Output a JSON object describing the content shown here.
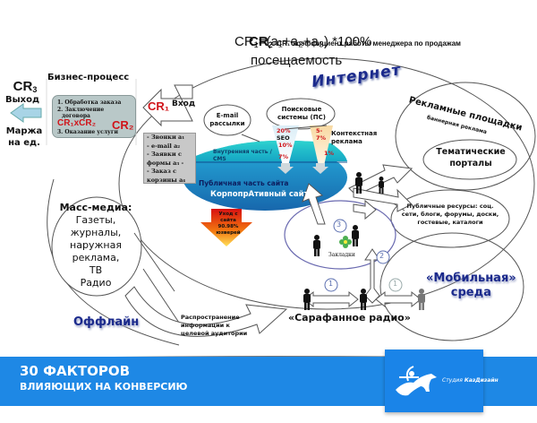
{
  "formulas": {
    "cr1_lhs": "CR",
    "cr1_sub": "1",
    "cr1_numerator": "=(a₁+a₂+a₃) *100%",
    "cr1_denominator": "посещаемость",
    "cr2_lhs": "CR",
    "cr2_sub": "2",
    "cr2_rhs": "=CR₁*коэффициент работы менеджера по продажам"
  },
  "left_panel": {
    "cr3_label": "CR",
    "cr3_sub": "3",
    "exit_label": "Выход",
    "margin_label": "Маржа на ед.",
    "business_process_title": "Бизнес-процесс",
    "steps": [
      "1. Обработка заказа",
      "2. Заключение",
      "договора",
      "3. Оказание   услуги"
    ],
    "cr1xcr2": "CR₁xCR₂",
    "cr2_label": "CR₂"
  },
  "entry": {
    "cr1_label": "CR₁",
    "entry_label": "Вход"
  },
  "channels_box": {
    "items": [
      "- Звонки a₁",
      "- e-mail a₂",
      "- Заявки с",
      "формы a₃ -",
      "- Заказ с",
      "корзины a₄"
    ]
  },
  "internet": {
    "title": "Интернет",
    "email": "E-mail рассылки",
    "search": "Поисковые системы (ПС)",
    "seo_label": "SEO",
    "seo_pct_top": "20%",
    "seo_pct_mid": "10%",
    "seo_pct_bottom": "7%",
    "context_label": "Контекстная реклама",
    "context_pct_top": "5-7%",
    "context_pct_bottom": "1%",
    "ad_platforms": "Рекламные площадки",
    "banner_ads": "баннерная реклама",
    "thematic_portals": "Тематические порталы",
    "public_resources": "Публичные ресурсы: соц. сети, блоги, форумы, доски, гостевые, каталоги"
  },
  "site": {
    "internal": "Внутренняя часть / CMS",
    "public": "Публичная часть сайта",
    "name": "КорпопрАтивный сайт",
    "leave": "Уход с сайта 90.98% юзверей"
  },
  "bookmarks": {
    "label": "Закладки",
    "step3": "3",
    "step2": "2",
    "step1a": "1",
    "step1b": "1"
  },
  "offline": {
    "title": "Оффлайн",
    "mass_media_title": "Масс-медиа:",
    "mass_media_items": [
      "Газеты,",
      "журналы,",
      "наружная",
      "реклама,",
      "ТВ",
      "Радио"
    ],
    "spread": "Распространение информации к целевой аудитории",
    "word_of_mouth": "«Сарафанное радио»"
  },
  "mobile": {
    "title_line1": "«Мобильная»",
    "title_line2": "среда"
  },
  "footer": {
    "title_line1": "30 ФАКТОРОВ",
    "title_line2": "ВЛИЯЮЩИХ НА КОНВЕРСИЮ",
    "studio_prefix": "Студия ",
    "studio_name": "КазДизайн",
    "bg_color": "#1e88e5"
  }
}
